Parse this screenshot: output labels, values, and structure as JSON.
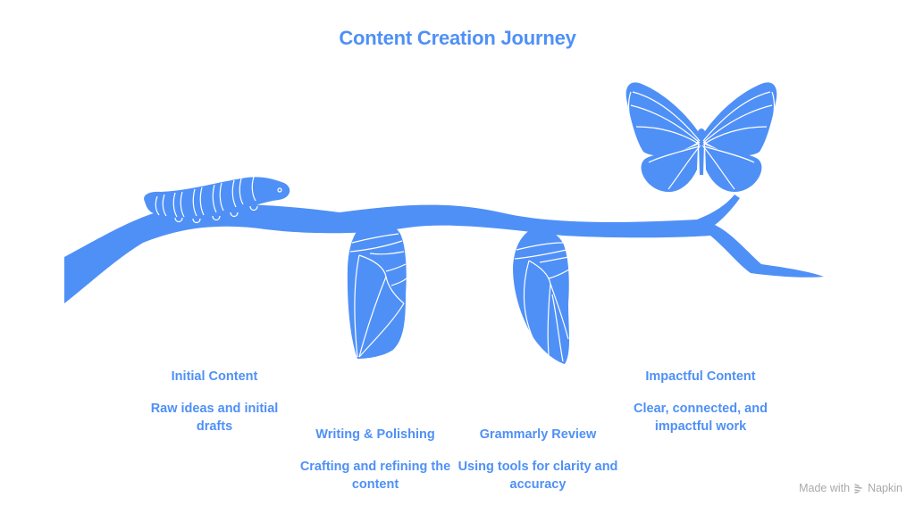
{
  "title": "Content Creation Journey",
  "colors": {
    "primary": "#4f90f7",
    "footer_text": "#a9a9a9",
    "background": "#ffffff"
  },
  "stages": [
    {
      "label": "Initial Content",
      "description": "Raw ideas and initial drafts",
      "icon": "caterpillar-icon"
    },
    {
      "label": "Writing & Polishing",
      "description": "Crafting and refining the content",
      "icon": "chrysalis-icon"
    },
    {
      "label": "Grammarly Review",
      "description": "Using tools for clarity and accuracy",
      "icon": "chrysalis-icon"
    },
    {
      "label": "Impactful Content",
      "description": "Clear, connected, and impactful work",
      "icon": "butterfly-icon"
    }
  ],
  "footer": {
    "made_with": "Made with",
    "brand": "Napkin",
    "icon": "napkin-logo-icon"
  }
}
